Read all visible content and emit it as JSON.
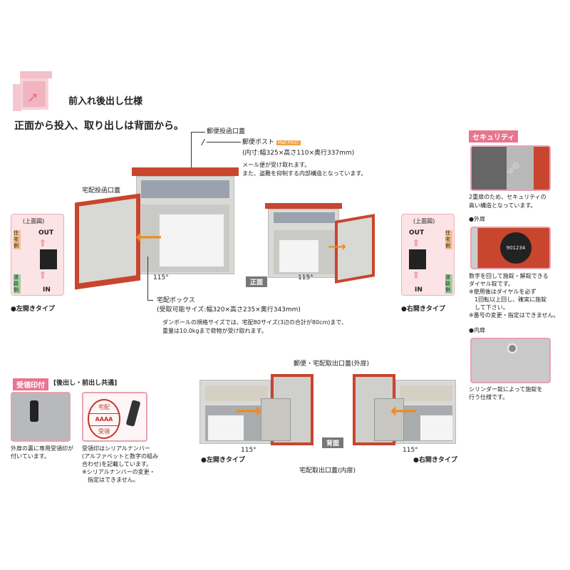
{
  "header": {
    "title": "前入れ後出し仕様",
    "subtitle": "正面から投入、取り出しは背面から。"
  },
  "front": {
    "mail_slot_lid": "郵便投函口蓋",
    "mail_post": "郵便ポスト",
    "mail_post_badge": "Mail POST",
    "mail_inner": "(内寸:幅325×高さ110×奥行337mm)",
    "mail_note1": "メール便が受け取れます。",
    "mail_note2": "また、盗難を抑制する内部構造となっています。",
    "parcel_slot_lid": "宅配投函口蓋",
    "angle_left": "115°",
    "angle_right": "115°",
    "view_badge": "正面",
    "parcel_box": "宅配ボックス",
    "parcel_size": "(受取可能サイズ:幅320×高さ235×奥行343mm)",
    "parcel_note1": "ダンボールの規格サイズでは、宅配80サイズ(3辺の合計が80cm)まで、",
    "parcel_note2": "重量は10.0kgまで荷物が受け取れます。"
  },
  "diagrams": {
    "left": {
      "title": "(上面図)",
      "out": "OUT",
      "in": "IN",
      "house_side": "住宅側",
      "road_side": "道路側",
      "type": "●左開きタイプ"
    },
    "right": {
      "title": "(上面図)",
      "out": "OUT",
      "in": "IN",
      "house_side": "住宅側",
      "road_side": "道路側",
      "type": "●右開きタイプ"
    }
  },
  "security": {
    "badge": "セキュリティ",
    "desc1": "2重扉のため、セキュリティの",
    "desc2": "高い構造となっています。",
    "outer_title": "●外扉",
    "outer_lines": [
      "数字を回して施錠・解錠できる",
      "ダイヤル錠です。",
      "※使用後はダイヤルを必ず",
      "　1回転以上回し、確実に施錠",
      "　して下さい。",
      "※番号の変更・指定はできません。"
    ],
    "inner_title": "●内扉",
    "inner_lines": [
      "シリンダー錠によって施錠を",
      "行う仕様です。"
    ]
  },
  "stamp": {
    "badge": "受領印付",
    "common": "[後出し・前出し共通]",
    "stamp_top": "宅配",
    "stamp_mid": "AAAA",
    "stamp_bottom": "受領",
    "left_lines": [
      "外扉の裏に専用受領印が",
      "付いています。"
    ],
    "right_lines": [
      "受領印はシリアルナンバー",
      "(アルファベットと数字の組み",
      "合わせ)を記載しています。",
      "※シリアルナンバーの変更・",
      "　指定はできません。"
    ]
  },
  "back": {
    "outer_lid": "郵便・宅配取出口蓋(外扉)",
    "inner_lid": "宅配取出口蓋(内扉)",
    "view_badge": "背面",
    "angle_left": "115°",
    "angle_right": "115°",
    "left_type": "●左開きタイプ",
    "right_type": "●右開きタイプ"
  },
  "colors": {
    "accent_pink": "#e8758f",
    "door_red": "#c8452e",
    "arrow_orange": "#f08a1c"
  }
}
